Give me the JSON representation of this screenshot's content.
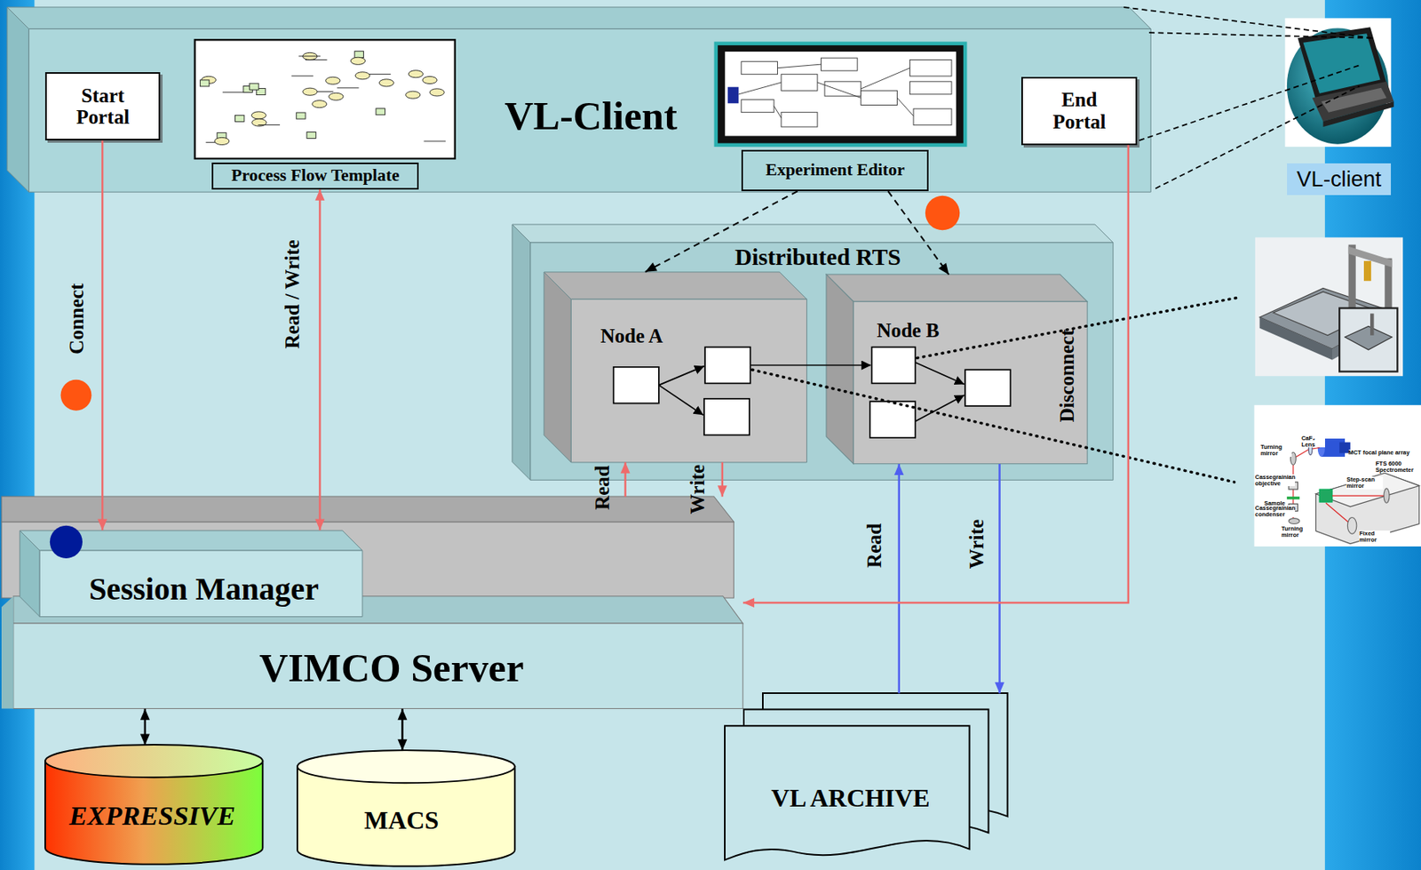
{
  "diagram": {
    "nodes": [
      {
        "text": [
          "VL-Client"
        ]
      },
      {
        "text": [
          "Start Portal"
        ],
        "in": 0
      },
      {
        "text": [
          "Process Flow Template"
        ],
        "in": 0
      },
      {
        "text": [
          "Experiment Editor"
        ],
        "in": 0
      },
      {
        "text": [
          "End Portal"
        ],
        "in": 0
      },
      {
        "text": [
          "Distributed RTS"
        ]
      },
      {
        "text": [
          "Node A"
        ],
        "in": 5
      },
      {
        "text": [
          "Node B"
        ],
        "in": 5
      },
      {
        "text": [
          "VIMCO Server"
        ]
      },
      {
        "text": [
          "Session Manager"
        ],
        "in": 8
      },
      {
        "text": [
          "EXPRESSIVE"
        ]
      },
      {
        "text": [
          "MACS"
        ]
      },
      {
        "text": [
          "VL ARCHIVE"
        ]
      }
    ],
    "edges": [
      {
        "from": 1,
        "to": 9,
        "label": "Connect",
        "arrow": "to"
      },
      {
        "from": 2,
        "to": 9,
        "label": "Read / Write",
        "arrow": "both"
      },
      {
        "from": 8,
        "to": 6,
        "label": "Read",
        "arrow": "to"
      },
      {
        "from": 6,
        "to": 8,
        "label": "Write",
        "arrow": "to"
      },
      {
        "from": 12,
        "to": 7,
        "label": "Read",
        "arrow": "to"
      },
      {
        "from": 7,
        "to": 12,
        "label": "Write",
        "arrow": "to"
      },
      {
        "from": 4,
        "to": 8,
        "label": "Disconnect",
        "arrow": "to"
      },
      {
        "from": 3,
        "to": 6,
        "arrow": "to"
      },
      {
        "from": 3,
        "to": 7,
        "arrow": "to"
      },
      {
        "from": 8,
        "to": 10,
        "arrow": "both"
      },
      {
        "from": 8,
        "to": 11,
        "arrow": "both"
      }
    ],
    "labels": [
      "VL-client",
      "Turning mirror",
      "CaF₂ Lens",
      "MCT focal plane array",
      "FTS 6000 Spectrometer",
      "Cassegrainian objective",
      "Step-scan mirror",
      "Sample",
      "Cassegrainian condenser",
      "Turning mirror",
      "Fixed mirror"
    ]
  }
}
